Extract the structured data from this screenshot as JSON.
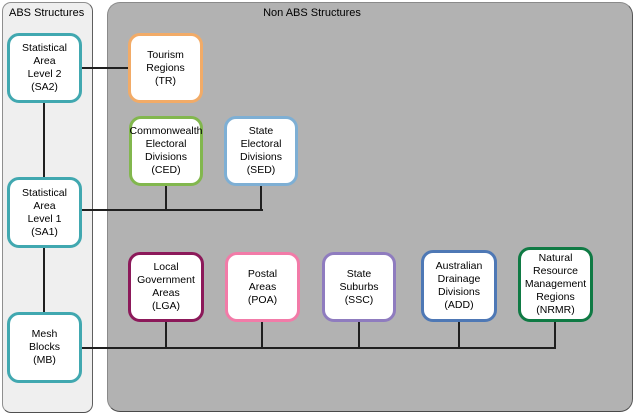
{
  "panels": {
    "abs": {
      "title": "ABS Structures",
      "background": "#EFEFEF"
    },
    "non_abs": {
      "title": "Non ABS Structures",
      "background": "#B2B2B2"
    }
  },
  "nodes": {
    "sa2": {
      "label": "Statistical\nArea\nLevel 2\n(SA2)",
      "abbr": "SA2",
      "color": "#41A8B0"
    },
    "sa1": {
      "label": "Statistical\nArea\nLevel 1\n(SA1)",
      "abbr": "SA1",
      "color": "#41A8B0"
    },
    "mb": {
      "label": "Mesh\nBlocks\n(MB)",
      "abbr": "MB",
      "color": "#41A8B0"
    },
    "tr": {
      "label": "Tourism\nRegions\n(TR)",
      "abbr": "TR",
      "color": "#F2AB67"
    },
    "ced": {
      "label": "Commonwealth\nElectoral\nDivisions\n(CED)",
      "abbr": "CED",
      "color": "#82B74E"
    },
    "sed": {
      "label": "State\nElectoral\nDivisions\n(SED)",
      "abbr": "SED",
      "color": "#7EAFD4"
    },
    "lga": {
      "label": "Local\nGovernment\nAreas\n(LGA)",
      "abbr": "LGA",
      "color": "#8C195A"
    },
    "poa": {
      "label": "Postal\nAreas\n(POA)",
      "abbr": "POA",
      "color": "#F27BA8"
    },
    "ssc": {
      "label": "State\nSuburbs\n(SSC)",
      "abbr": "SSC",
      "color": "#8F7CBF"
    },
    "add": {
      "label": "Australian\nDrainage\nDivisions\n(ADD)",
      "abbr": "ADD",
      "color": "#4E78B5"
    },
    "nrmr": {
      "label": "Natural\nResource\nManagement\nRegions\n(NRMR)",
      "abbr": "NRMR",
      "color": "#0F7A44"
    }
  },
  "edges": [
    {
      "from": "SA2",
      "to": "TR"
    },
    {
      "from": "SA2",
      "to": "SA1"
    },
    {
      "from": "SA1",
      "to": "CED"
    },
    {
      "from": "SA1",
      "to": "SED"
    },
    {
      "from": "SA1",
      "to": "MB"
    },
    {
      "from": "MB",
      "to": "LGA"
    },
    {
      "from": "MB",
      "to": "POA"
    },
    {
      "from": "MB",
      "to": "SSC"
    },
    {
      "from": "MB",
      "to": "ADD"
    },
    {
      "from": "MB",
      "to": "NRMR"
    }
  ],
  "connector_color": "#1F1F1F"
}
